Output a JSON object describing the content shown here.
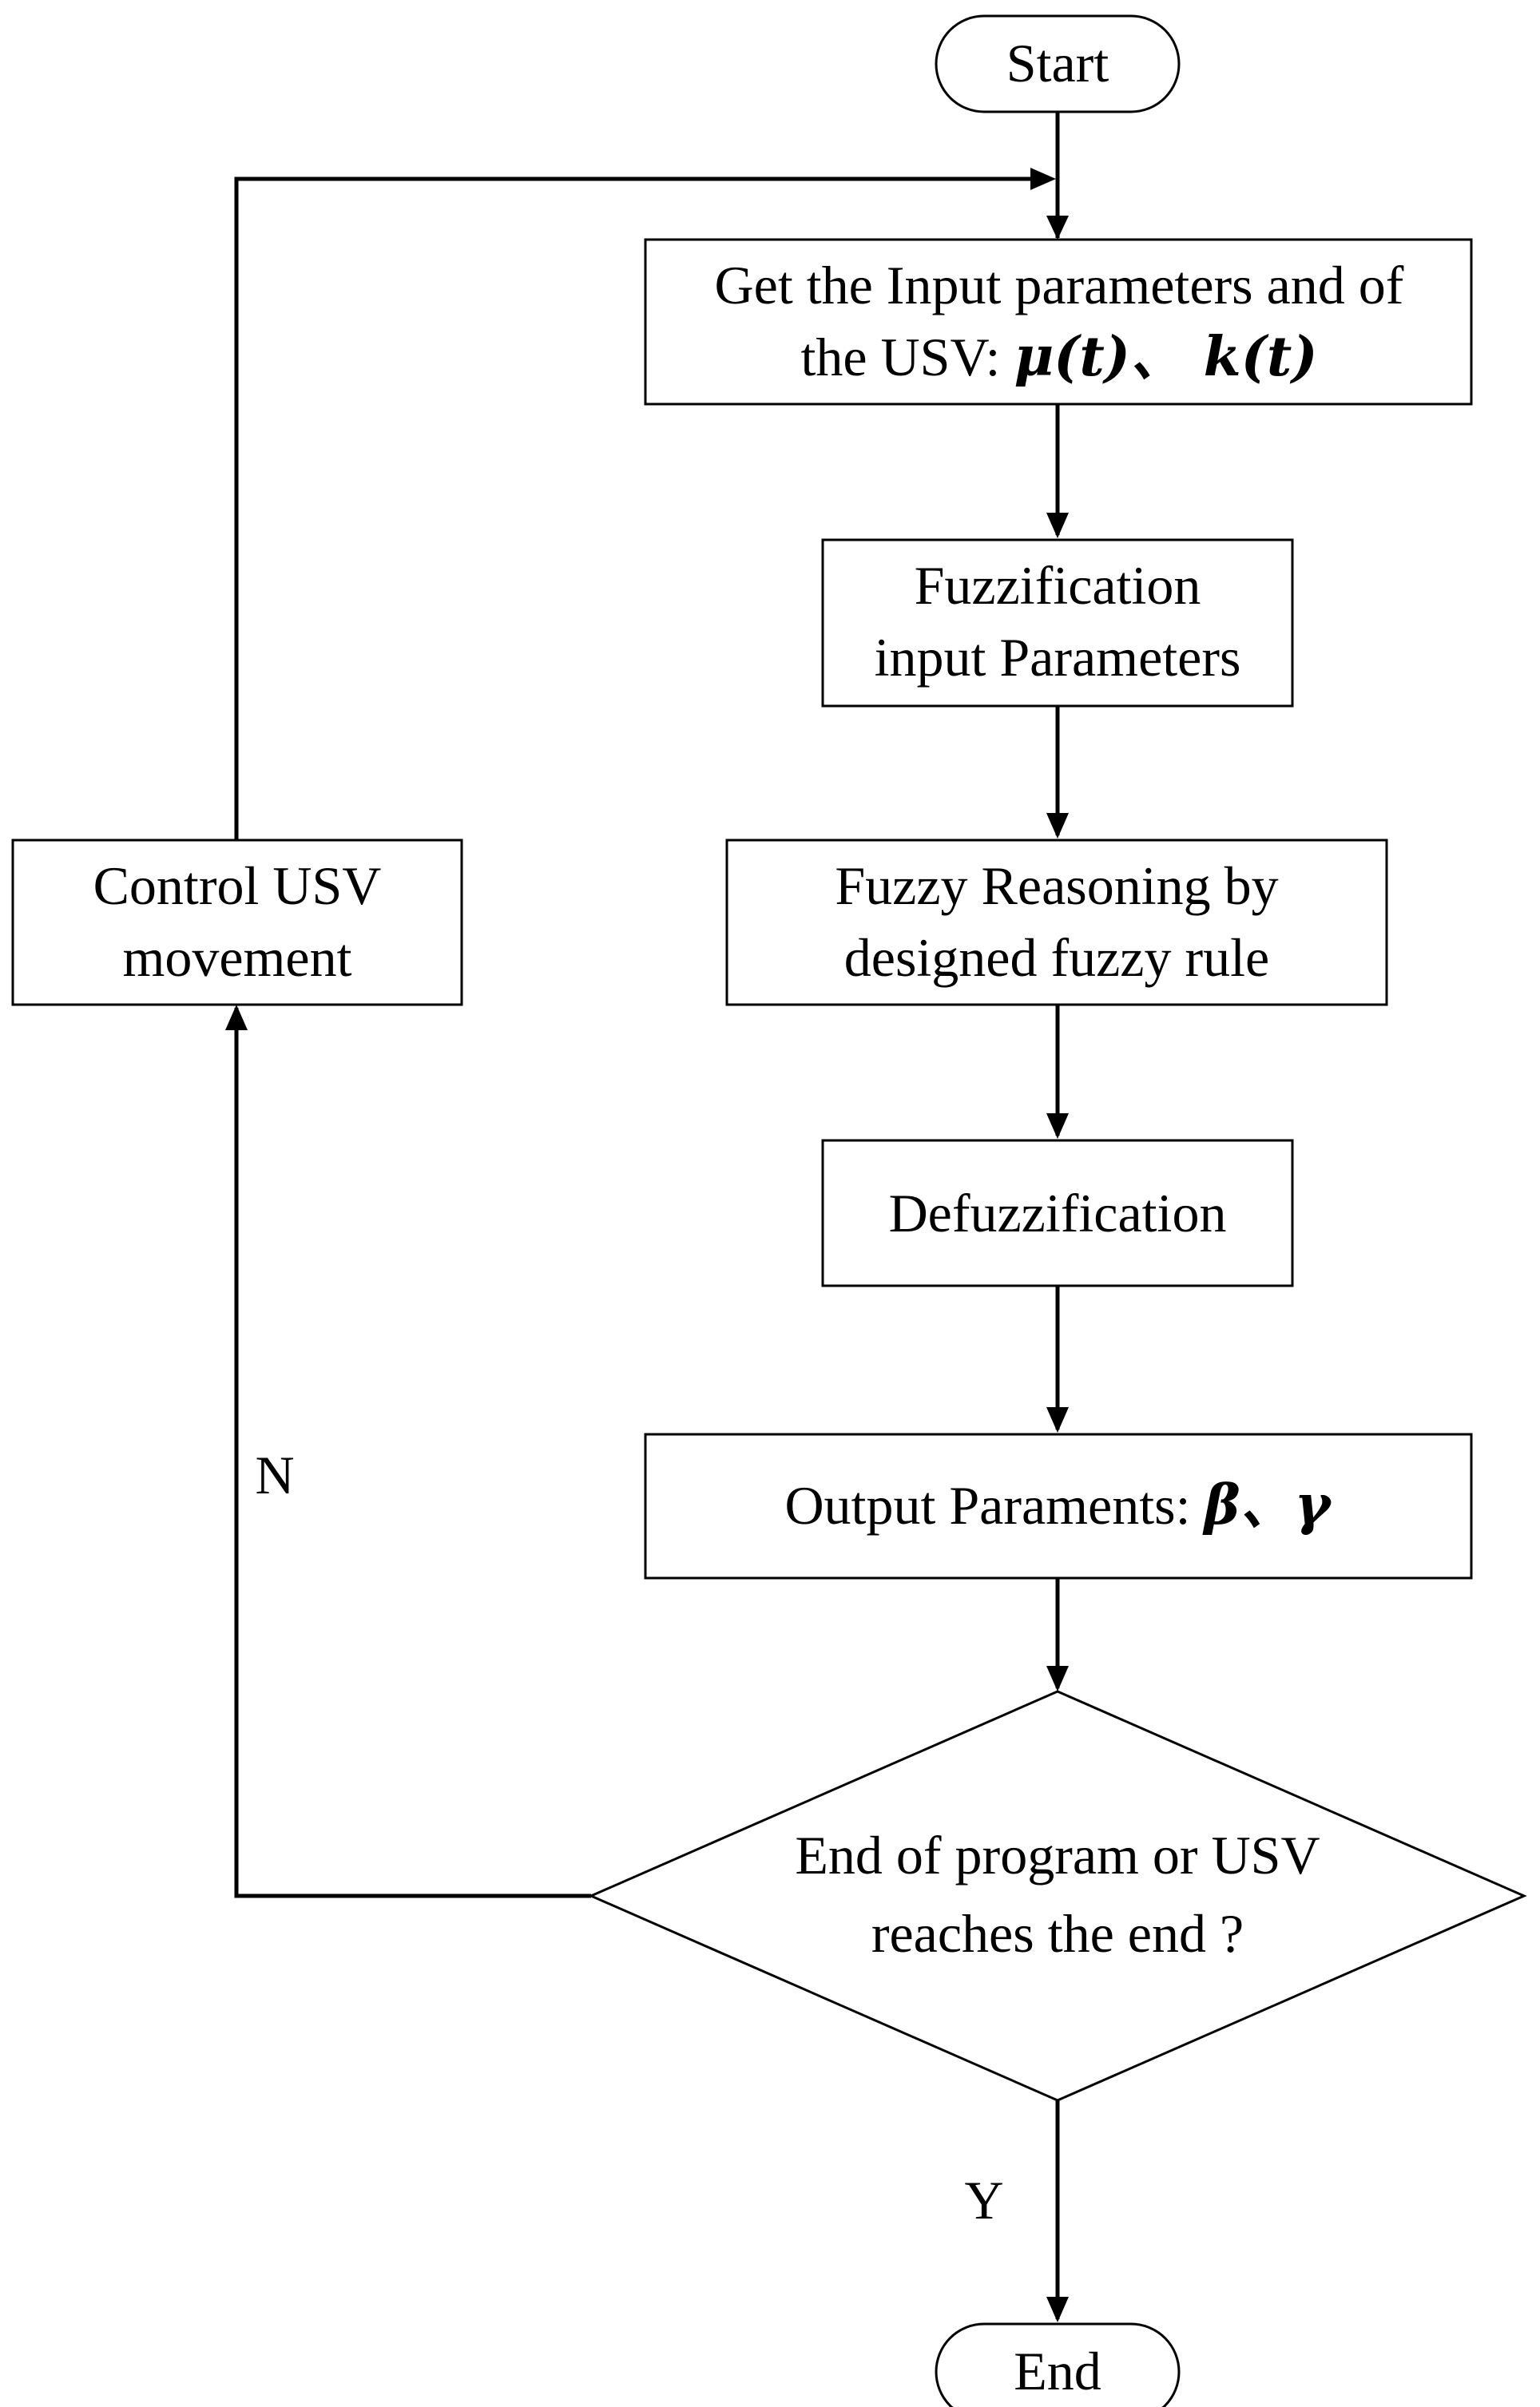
{
  "flowchart": {
    "start": "Start",
    "end": "End",
    "input_box": {
      "line1": "Get the Input parameters and of",
      "line2_prefix": "the USV: ",
      "line2_math": "μ(t)、 k(t)"
    },
    "fuzzification": {
      "line1": "Fuzzification",
      "line2": "input Parameters"
    },
    "reasoning": {
      "line1": "Fuzzy Reasoning by",
      "line2": "designed fuzzy rule"
    },
    "defuzzification": "Defuzzification",
    "output_box": {
      "prefix": "Output Paraments:  ",
      "math": "β、γ"
    },
    "decision": {
      "line1": "End of program or USV",
      "line2": "reaches the end ?"
    },
    "control": {
      "line1": "Control USV",
      "line2": "movement"
    },
    "label_no": "N",
    "label_yes": "Y"
  }
}
